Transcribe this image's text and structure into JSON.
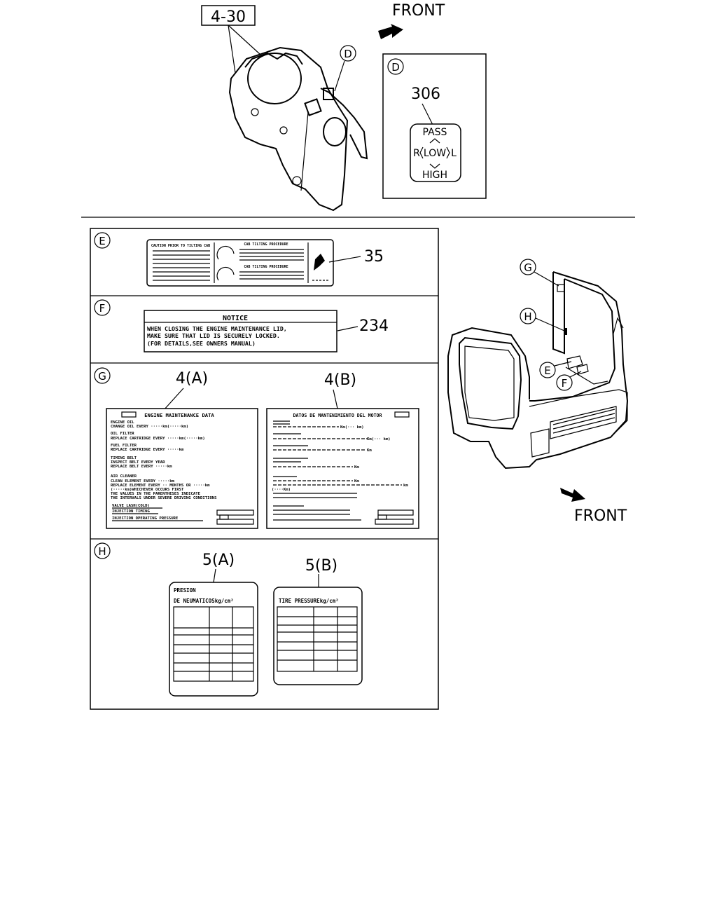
{
  "top": {
    "part_ref": "4-30",
    "front_label_top": "FRONT",
    "callout_d": "D",
    "panel_d": {
      "tag": "D",
      "part_no": "306",
      "pass": "PASS",
      "r": "R",
      "low": "LOW",
      "l": "L",
      "high": "HIGH"
    }
  },
  "panel_e": {
    "tag": "E",
    "part_no": "35",
    "left_title": "CAUTION PRIOR TO TILTING CAB",
    "mid_title_1": "CAB TILTING PROCEDURE",
    "mid_title_2": "CAB TILTING PROCEDURE"
  },
  "panel_f": {
    "tag": "F",
    "part_no": "234",
    "notice_title": "NOTICE",
    "line1": "WHEN CLOSING THE ENGINE MAINTENANCE LID,",
    "line2": "MAKE SURE THAT LID IS SECURELY LOCKED.",
    "line3": "(FOR DETAILS,SEE OWNERS MANUAL)"
  },
  "panel_g": {
    "tag": "G",
    "part_a": "4(A)",
    "part_b": "4(B)",
    "label_a": {
      "title": "ENGINE MAINTENANCE DATA",
      "lines": [
        "ENGINE OIL",
        "CHANGE OIL EVERY ·····km(·····km)",
        "OIL FILTER",
        "REPLACE CARTRIDGE EVERY ·····km(·····km)",
        "FUEL FILTER",
        "REPLACE CARTRIDGE EVERY ·····km",
        "TIMING BELT",
        "INSPECT BELT EVERY YEAR",
        "REPLACE BELT EVERY ·····km",
        "AIR CLEANER",
        "CLEAN ELEMENT EVERY ·····km",
        "REPLACE ELEMENT EVERY ·· MONTHS OR ·····km",
        "(·····km)WHICHEVER OCCURS FIRST",
        "THE VALUES IN THE PARENTHESES INDICATE",
        "THE INTERVALS UNDER SEVERE DRIVING CONDITIONS",
        "VALVE LASH(COLD)",
        "INJECTION TIMING",
        "INJECTION OPERATING PRESSURE"
      ]
    },
    "label_b": {
      "title": "DATOS DE MANTENIMIENTO DEL MOTOR",
      "km_1": "Km(··· km)",
      "km_2": "Km(··· km)",
      "km_3": "Km",
      "km_4": "Km",
      "km_5": "Km",
      "km_6": "km",
      "km_7": "(····Km)"
    }
  },
  "panel_h": {
    "tag": "H",
    "part_a": "5(A)",
    "part_b": "5(B)",
    "label_a_line1": "PRESION",
    "label_a_line2": "DE NEUMATICOSkg/cm²",
    "label_b_title": "TIRE PRESSUREkg/cm²"
  },
  "cab": {
    "callout_g": "G",
    "callout_h": "H",
    "callout_e": "E",
    "callout_f": "F",
    "front_label": "FRONT"
  }
}
